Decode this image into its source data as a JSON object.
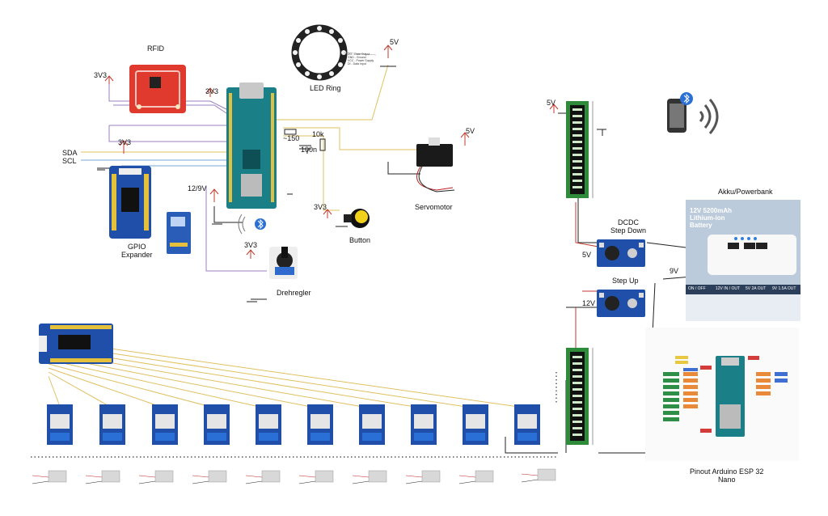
{
  "labels": {
    "rfid": "RFID",
    "led_ring": "LED Ring",
    "gpio_expander": "GPIO\nExpander",
    "servomotor": "Servomotor",
    "button": "Button",
    "drehregler": "Drehregler",
    "dcdc_step_down": "DCDC\nStep Down",
    "step_up": "Step Up",
    "akku_powerbank": "Akku/Powerbank",
    "pinout": "Pinout Arduino ESP 32\nNano",
    "sda": "SDA",
    "scl": "SCL",
    "r150": "~150",
    "r10k": "10k",
    "c100n": "100n"
  },
  "voltages": {
    "v3v3_a": "3V3",
    "v3v3_b": "3V3",
    "v3v3_c": "3V3",
    "v3v3_d": "3V3",
    "v3v3_e": "3V3",
    "v5_led": "5V",
    "v5_servo": "5V",
    "v5_terminal": "5V",
    "v5_dcdc": "5V",
    "v9": "9V",
    "v12": "12V",
    "v12_9": "12/9V"
  },
  "battery": {
    "title": "12V 5200mAh\nLithium-ion\nBattery",
    "cols": [
      "ON / OFF",
      "12V IN / OUT",
      "5V 2A OUT",
      "9V 1.5A OUT"
    ]
  },
  "colors": {
    "wire_yellow": "#e0c060",
    "wire_purple": "#9a7fc0",
    "wire_blue": "#7aa7d8",
    "wire_red": "#c0392b",
    "wire_black": "#222222",
    "board_teal": "#1a7f86",
    "rfid_red": "#e03a2e",
    "relay_blue": "#1f4fa8",
    "terminal_green": "#2e8b3a"
  }
}
